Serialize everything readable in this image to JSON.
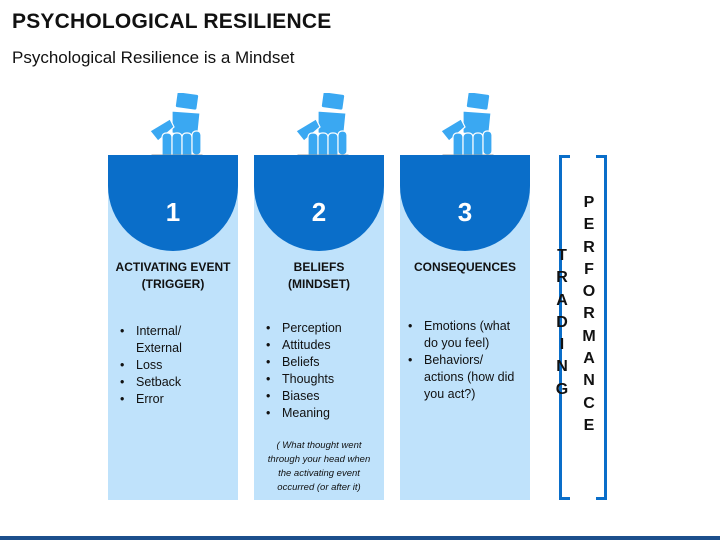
{
  "header": {
    "title": "PSYCHOLOGICAL RESILIENCE",
    "subtitle": "Psychological Resilience is a Mindset"
  },
  "cards": [
    {
      "number": "1",
      "heading_line1": "ACTIVATING EVENT",
      "heading_line2": "(TRIGGER)",
      "items": [
        "Internal/",
        "External",
        "Loss",
        "Setback",
        "Error"
      ],
      "note": ""
    },
    {
      "number": "2",
      "heading_line1": "BELIEFS",
      "heading_line2": "(MINDSET)",
      "items": [
        "Perception",
        "Attitudes",
        "Beliefs",
        "Thoughts",
        "Biases",
        "Meaning"
      ],
      "note": "( What thought went through your head when the activating event occurred (or after it)"
    },
    {
      "number": "3",
      "heading_line1": "CONSEQUENCES",
      "heading_line2": "",
      "items": [
        "Emotions (what",
        "do you feel)",
        "Behaviors/",
        "actions (how did",
        "you act?)"
      ],
      "note": ""
    }
  ],
  "side_label": {
    "trading": [
      "T",
      "R",
      "A",
      "D",
      "I",
      "N",
      "G"
    ],
    "performance": [
      "P",
      "E",
      "R",
      "F",
      "O",
      "R",
      "M",
      "A",
      "N",
      "C",
      "E"
    ]
  },
  "icons": {
    "hand": "hand-inserting-card-icon"
  },
  "colors": {
    "accent_dark": "#0a6ec9",
    "accent_light": "#bfe2fb",
    "hand_blue": "#3aa8f2"
  }
}
